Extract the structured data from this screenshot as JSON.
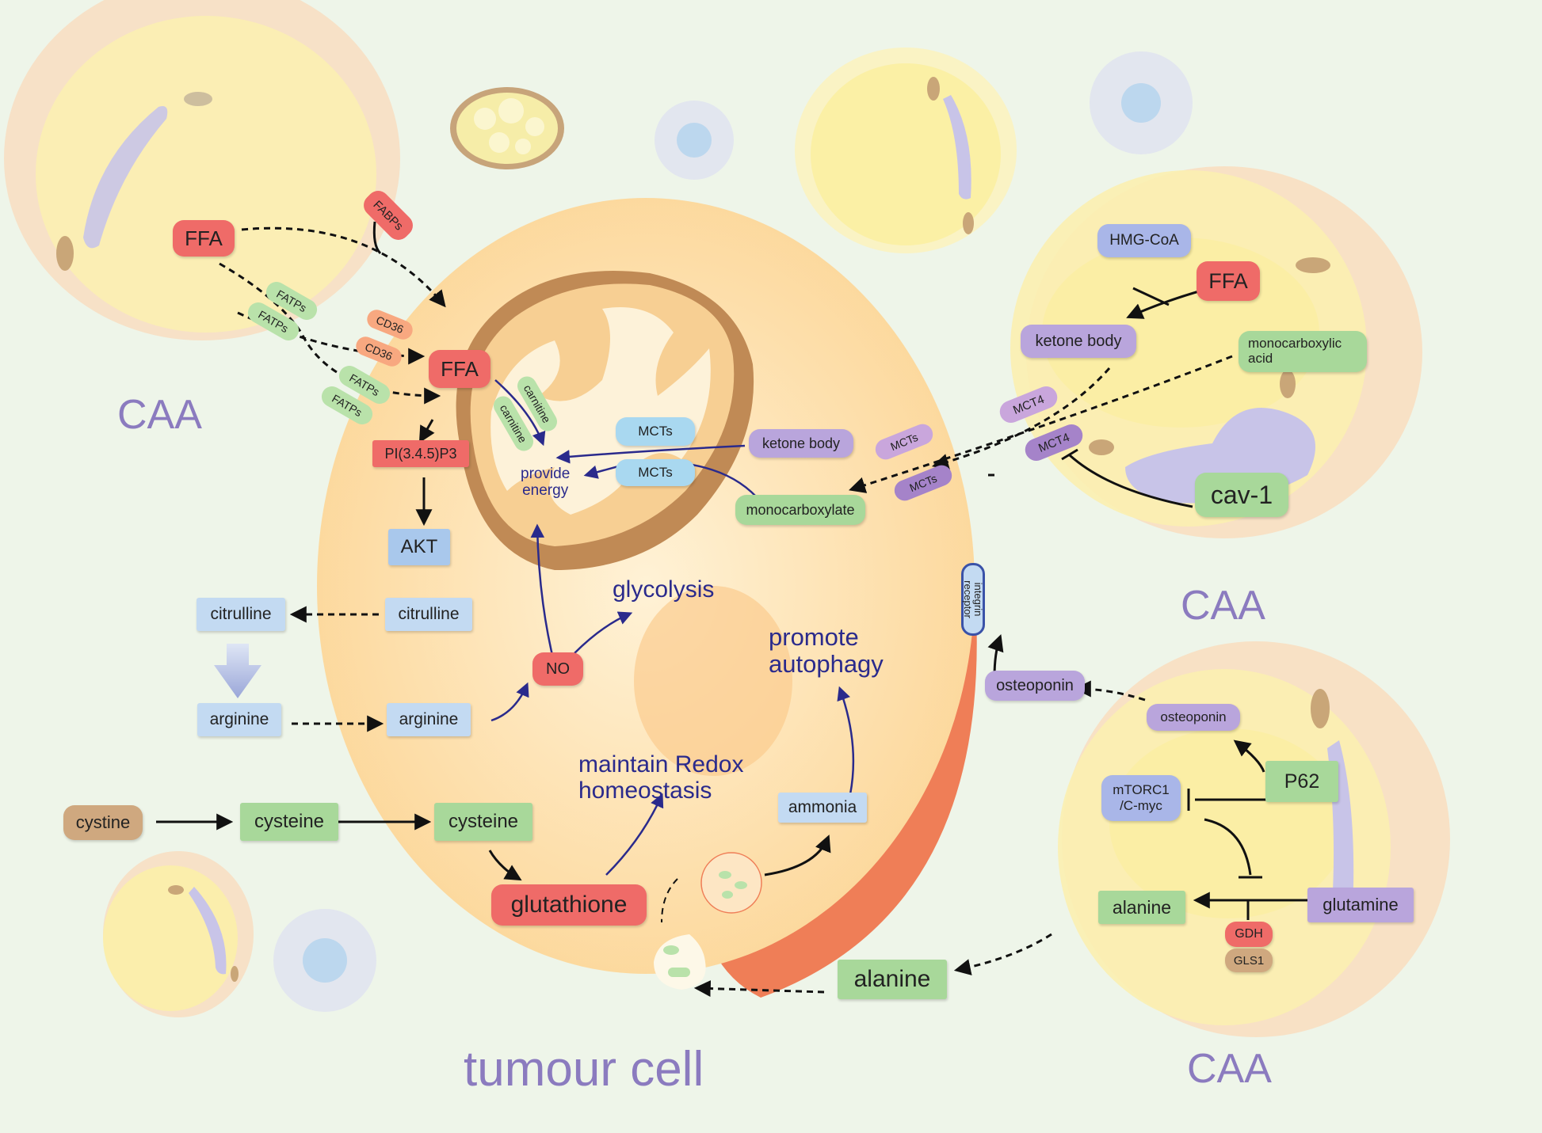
{
  "colors": {
    "background": "#eef5e9",
    "cell_fill": "#fbd79a",
    "membrane": "#ef7e57",
    "arrow_navy": "#2a2a8c",
    "label_purple": "#8b7bbf",
    "red_node": "#ef6b68",
    "blue_node": "#a9c8ec",
    "green_node": "#a8d89a",
    "purple_node": "#b9a5dc"
  },
  "labels": {
    "caa_left": "CAA",
    "caa_right_top": "CAA",
    "caa_right_bottom": "CAA",
    "tumour_cell": "tumour cell"
  },
  "left_caa": {
    "ffa": "FFA",
    "fabps": "FABPs",
    "fatps_1": "FATPs",
    "fatps_2": "FATPs",
    "fatps_3": "FATPs",
    "fatps_4": "FATPs",
    "cd36_1": "CD36",
    "cd36_2": "CD36"
  },
  "tumour": {
    "ffa": "FFA",
    "pip3": "PI(3.4.5)P3",
    "akt": "AKT",
    "carnitine_1": "carnitine",
    "carnitine_2": "carnitine",
    "mcts_1": "MCTs",
    "mcts_2": "MCTs",
    "provide_energy_1": "provide",
    "provide_energy_2": "energy",
    "ketone_body": "ketone body",
    "monocarboxylate": "monocarboxylate",
    "citrulline_in": "citrulline",
    "citrulline_out": "citrulline",
    "arginine_out": "arginine",
    "arginine_in": "arginine",
    "no": "NO",
    "glycolysis": "glycolysis",
    "promote_autophagy_1": "promote",
    "promote_autophagy_2": "autophagy",
    "redox_1": "maintain Redox",
    "redox_2": "homeostasis",
    "ammonia": "ammonia",
    "cystine": "cystine",
    "cysteine_out": "cysteine",
    "cysteine_in": "cysteine",
    "glutathione": "glutathione",
    "alanine_ext": "alanine",
    "integrin_1": "integrin",
    "integrin_2": "receptor",
    "osteoponin_ext": "osteoponin",
    "membrane_mcts_1": "MCTs",
    "membrane_mcts_2": "MCTs"
  },
  "right_top_caa": {
    "hmg_coa": "HMG-CoA",
    "ffa": "FFA",
    "ketone_body": "ketone body",
    "monocarboxylic_1": "monocarboxylic",
    "monocarboxylic_2": "acid",
    "mct4_1": "MCT4",
    "mct4_2": "MCT4",
    "cav1": "cav-1"
  },
  "right_bottom_caa": {
    "osteoponin": "osteoponin",
    "p62": "P62",
    "mtorc1_1": "mTORC1",
    "mtorc1_2": "/C-myc",
    "alanine": "alanine",
    "glutamine": "glutamine",
    "gdh": "GDH",
    "gls1": "GLS1"
  }
}
